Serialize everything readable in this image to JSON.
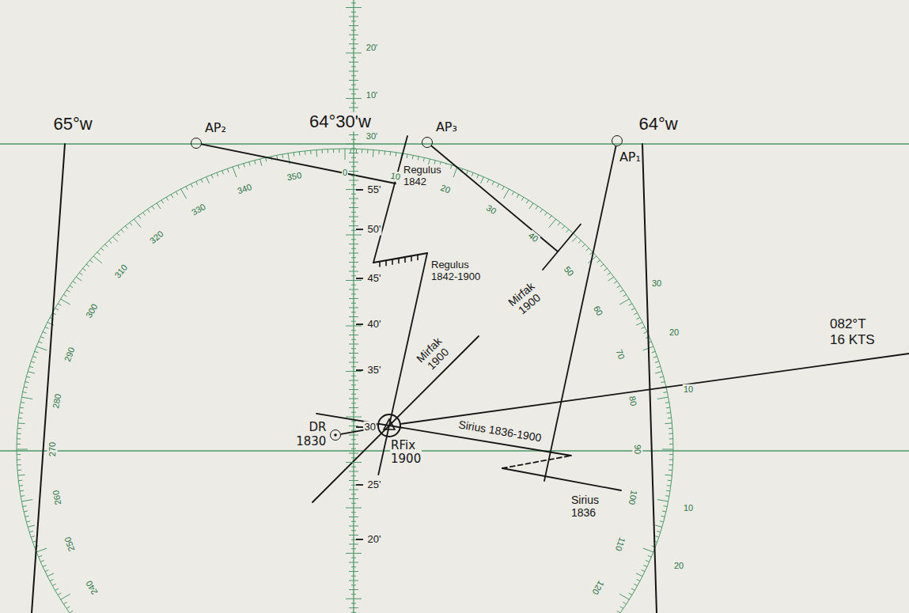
{
  "diagram": {
    "nodes": [
      {
        "text": [
          "AP₂"
        ]
      },
      {
        "text": [
          "AP₃"
        ]
      },
      {
        "text": [
          "AP₁"
        ]
      },
      {
        "text": [
          "DR 1830"
        ]
      },
      {
        "text": [
          "RFix 1900"
        ]
      }
    ],
    "edges": [
      {
        "from": 3,
        "to": 4,
        "arrow": "none"
      }
    ],
    "labels": [
      "65°w",
      "64°30'w",
      "64°w",
      "Regulus 1842",
      "Regulus 1842-1900",
      "Mirfak 1900",
      "Mirfak 1900",
      "Sirius 1836-1900",
      "Sirius 1836",
      "082°T 16 KTS",
      "55'",
      "50'",
      "45'",
      "40'",
      "35'",
      "30'",
      "25'",
      "20'",
      "20'",
      "10'",
      "30'",
      "0",
      "10",
      "20",
      "30",
      "40",
      "50",
      "60",
      "70",
      "80",
      "90",
      "100",
      "110",
      "120",
      "240",
      "250",
      "260",
      "270",
      "280",
      "290",
      "300",
      "310",
      "320",
      "330",
      "340",
      "350",
      "30",
      "20",
      "10",
      "10",
      "20"
    ]
  }
}
